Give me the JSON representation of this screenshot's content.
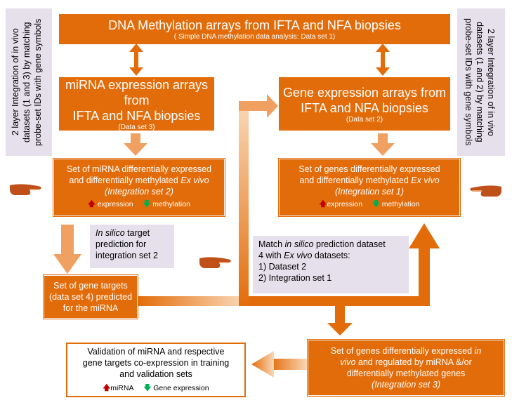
{
  "top_box": {
    "title": "DNA Methylation arrays from IFTA and NFA biopsies",
    "subtitle": "( Simple DNA methylation data analysis: Data set 1)"
  },
  "mirna_box": {
    "title_1": "miRNA expression arrays from",
    "title_2": "IFTA and NFA biopsies",
    "subtitle": "(Data set 3)"
  },
  "gene_box": {
    "title_1": "Gene expression arrays from",
    "title_2": "IFTA and NFA biopsies",
    "subtitle": "(Data set 2)"
  },
  "side_left": {
    "line_1": "2 layer Integration of in vivo",
    "line_2": "datasets (1 and 3) by matching",
    "line_3": "probe-set IDs with gene symbols"
  },
  "side_right": {
    "line_1": "2 layer Integration of in vivo",
    "line_2": "datasets (1 and 2) by matching",
    "line_3": "probe-set IDs with gene symbols"
  },
  "mirna_set": {
    "line_1": "Set of miRNA differentially expressed",
    "line_2_prefix": "and differentially methylated ",
    "line_2_italic": "Ex vivo",
    "line_3": "(Integration set 2)",
    "legend_up": "expression",
    "legend_down": "methylation"
  },
  "gene_set": {
    "line_1": "Set of genes differentially expressed",
    "line_2_prefix": "and differentially methylated  ",
    "line_2_italic": "Ex vivo",
    "line_3": "(Integration set 1)",
    "legend_up": "expression",
    "legend_down": "methylation"
  },
  "insilico_note": {
    "italic": "In silico",
    "line_1_rest": " target",
    "line_2": "prediction for",
    "line_3": "integration set 2"
  },
  "match_note": {
    "line_1_prefix": "Match ",
    "line_1_italic": "in silico",
    "line_1_rest": " prediction dataset",
    "line_2_prefix": "4 with ",
    "line_2_italic": "Ex vivo",
    "line_2_rest": " datasets:",
    "line_3": "1) Dataset 2",
    "line_4": "2) Integration set 1"
  },
  "targets_box": {
    "line_1": "Set of gene targets",
    "line_2": "(data set 4) predicted",
    "line_3": "for the miRNA"
  },
  "final_genes": {
    "line_1_prefix": "Set of genes differentially expressed ",
    "line_1_italic": "in",
    "line_2_italic": "vivo",
    "line_2_rest": " and regulated by miRNA &/or",
    "line_3": "differentially methylated genes",
    "line_4": "(Integration set 3)"
  },
  "validation": {
    "line_1": "Validation of miRNA and respective",
    "line_2": "gene targets co-expression in training",
    "line_3": "and validation sets",
    "legend_up": "miRNA",
    "legend_down": "Gene expression"
  },
  "colors": {
    "orange": "#E36C0A",
    "lavender": "#E6E0EC",
    "up": "#C00000",
    "down": "#00B050"
  },
  "icons": [
    "pointing-hand-icon",
    "up-arrow-icon",
    "down-arrow-icon"
  ]
}
